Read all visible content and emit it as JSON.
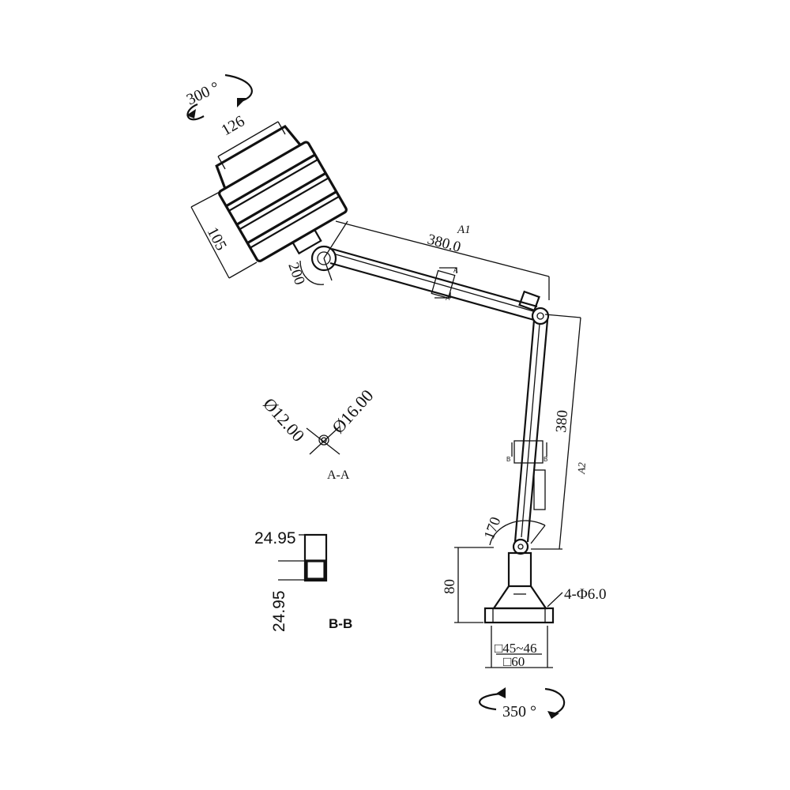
{
  "dimensions": {
    "rotation_head": "300 °",
    "head_width": "126",
    "head_height": "105",
    "head_tilt": "200",
    "arm1_length": "380.0",
    "arm1_id": "A1",
    "arm2_length": "380",
    "arm2_id": "A2",
    "base_tilt": "170",
    "base_height": "80",
    "mount_holes": "4-Φ6.0",
    "base_inner": "□45~46",
    "base_outer": "□60",
    "rotation_base": "350 °"
  },
  "section_aa": {
    "title": "A-A",
    "inner_dia": "Ø12.00",
    "outer_dia": "Ø16.00",
    "marker": "A"
  },
  "section_bb": {
    "title": "B-B",
    "width": "24.95",
    "height": "24.95",
    "marker": "B"
  }
}
